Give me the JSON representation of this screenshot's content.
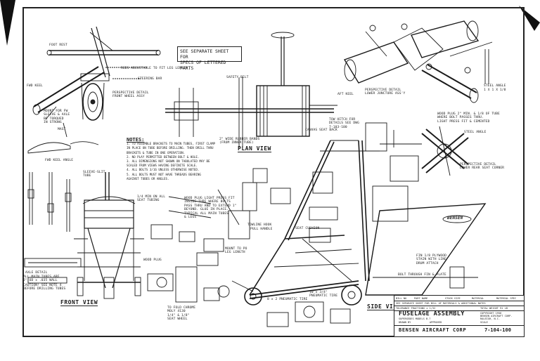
{
  "sheet_note": [
    "SEE SEPARATE SHEET FOR",
    "SPECS OF LETTERED PARTS"
  ],
  "notes": {
    "title": "NOTES:",
    "items": [
      "1. TO ASSEMBLE BRACKETS TO MAIN TUBES, FIRST CLAMP",
      "IN PLACE ON TUBE BEFORE DRILLING. THEN DRILL THRU",
      "BRACKETS & TUBE IN ONE OPERATION.",
      "2. NO PLAY PERMITTED BETWEEN BOLT & HOLE.",
      "3. ALL DIMENSIONS NOT SHOWN ON TABULATED MAY BE",
      "SCALED FROM VIEWS HAVING DEFINITE SCALE.",
      "4. ALL BOLTS 3/16 UNLESS OTHERWISE NOTED.",
      "5. ALL BOLTS MUST NOT HAVE THREADS BEARING",
      "AGAINST TUBES OR ANGLES."
    ]
  },
  "views": {
    "plan": "PLAN VIEW",
    "front": "FRONT VIEW",
    "side": "SIDE VIEW"
  },
  "callouts": {
    "foot_rest": "FOOT REST",
    "rods_adjustable": "RODS ADJUSTABLE TO FIT LEG LENGTH",
    "steering_bar": "STEERING BAR",
    "fwd_keel": "FWD KEEL",
    "persp_front_wheel": [
      "PERSPECTIVE DETAIL",
      "FRONT WHEEL ASSY"
    ],
    "mount_for_fw": [
      "MOUNT FOR FW",
      "SLEEVE & AXLE",
      "BE TORQUED",
      "IN STRONG"
    ],
    "mast": "MAST",
    "fwd_keel_angle": "FWD KEEL ANGLE",
    "safety_belt": "SAFETY BELT",
    "canvas_seat_back": "CANVAS SEAT BACK",
    "rubber_bands": [
      "2\" WIDE RUBBER BANDS",
      "(FROM INNER TUBE)"
    ],
    "persp_lower_junction": [
      "PERSPECTIVE DETAIL",
      "LOWER JUNCTURE ASS'Y"
    ],
    "aft_keel": "AFT KEEL",
    "steel_angle": "STEEL ANGLE",
    "steel_angle_size": "1 X 1 X 1/8",
    "wood_plug_note": [
      "WOOD PLUG 2\" MIN. & 1/8 OF TUBE",
      "WHERE BOLT PASSES THRU.",
      "LIGHT PRESS FIT & CEMENTED"
    ],
    "persp_rear_seat": [
      "PERSPECTIVE DETAIL",
      "LOWER REAR SEAT CORNER"
    ],
    "sleeve_slit_tube": [
      "SLEEVE-SLIT",
      "TUBE"
    ],
    "min_on_all": [
      "1/4 MIN ON ALL",
      "SEAT TUBING"
    ],
    "wood_plug_light": [
      "WOOD PLUG LIGHT PRESS FIT",
      "INSIDE TUBE WHERE BOLTS",
      "PASS THRU AND TO EXTEND 1\"",
      "BEYOND. GLUE IN PLACE.",
      "TYPICAL ALL MAIN TUBES",
      "& LEGS"
    ],
    "towline_hook": "TOWLINE HOOK",
    "seat_cushion": "SEAT CUSHION",
    "pull_handle": "PULL HANDLE",
    "mount_on_lg": [
      "MOUNT TO PO",
      "LEG LENGTH"
    ],
    "fin_plywood": [
      "FIN 1/8 PLYWOOD",
      "STAIN WITH LINE",
      "DRUM ATTACH"
    ],
    "bolt_through": "BOLT THROUGH FIN & PLATE",
    "wheel_tires": [
      "10 x 3/4\"",
      "PNEUMATIC TIRE"
    ],
    "caster_wheel": "8 x 2 PNEUMATIC TIRE",
    "tow_hook_detail": [
      "TOW HITCH FOR",
      "DETAILS SEE DWG",
      "7-103-100"
    ],
    "fin_logo": "BENSEN",
    "caution_note": [
      "CAUTION! SEE NOTE 4",
      "BEFORE DRILLING TUBES"
    ],
    "all_main_tubes": [
      "ALL MAIN TUBES ARE",
      "2\" OD x .035 WALL"
    ],
    "axle_detail": "AXLE DETAIL",
    "fold_chrome": [
      "TO FOLD CHROME",
      "MOLY 4130",
      "1/4\" & 1/8\"",
      "SEAT WHEEL"
    ],
    "wood_plug_short": "WOOD PLUG"
  },
  "title_block": {
    "row1": [
      "BILL NO",
      "PART NAME",
      "STOCK SIZE",
      "MATERIAL",
      "MATERIAL SPEC"
    ],
    "row2": "SEE SEPARATE SHEET FOR BILL OF MATERIALS & ADDITIONAL NOTES",
    "tolerance": "TOLERANCE FRACTIONS ± 1/32",
    "total_weight": "TOTAL WEIGHT 91 LB",
    "title": "FUSELAGE ASSEMBLY",
    "supersedes": "SUPERSEDES MODELS B-7",
    "drawn_label": "DRAWN BY",
    "approved_label": "APPROVED",
    "copyright": [
      "COPYRIGHT 1956",
      "BENSEN AIRCRAFT CORP.",
      "RALEIGH, N.C."
    ],
    "scale": "SCALE",
    "company": "BENSEN AIRCRAFT CORP",
    "drawing_number": "7-104-100"
  }
}
